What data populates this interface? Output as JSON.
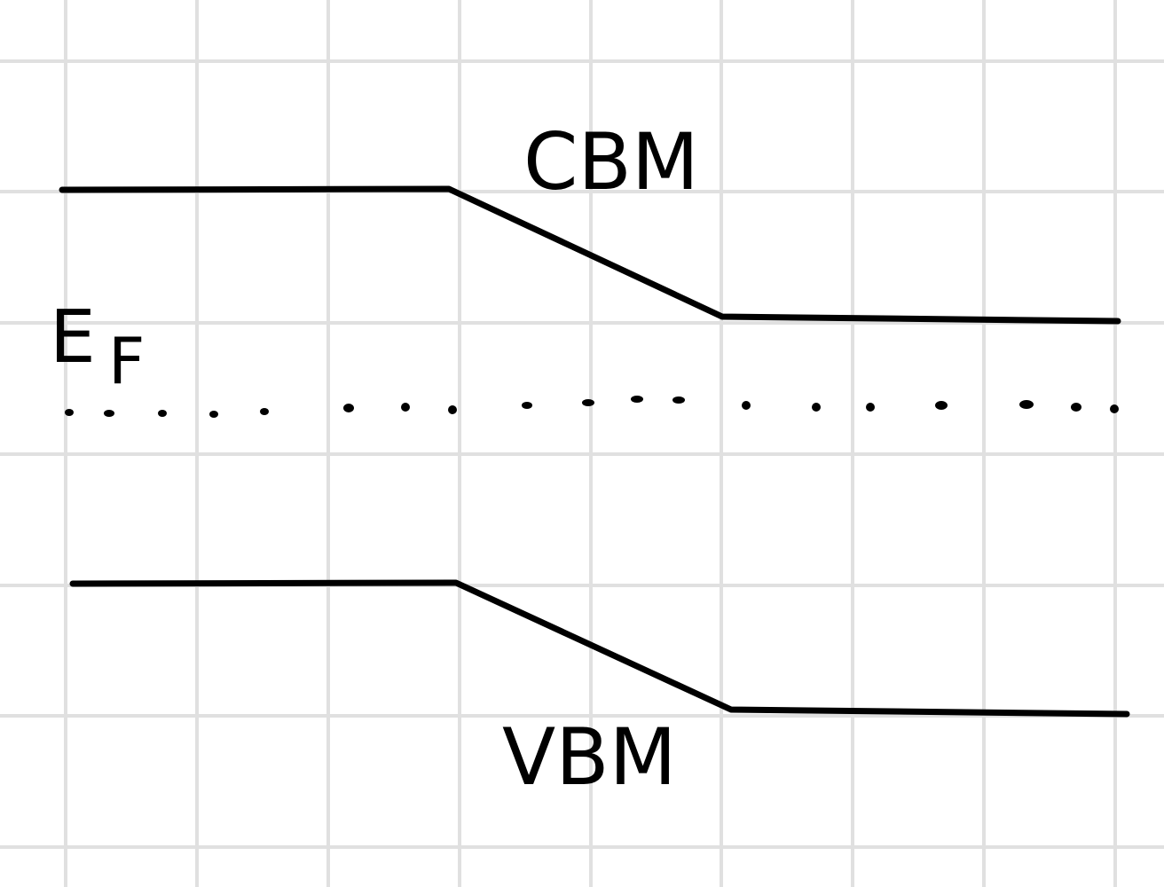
{
  "diagram": {
    "labels": {
      "cbm": "CBM",
      "vbm": "VBM",
      "ef_main": "E",
      "ef_sub": "F"
    },
    "colors": {
      "background": "#ffffff",
      "grid": "#e0e0e0",
      "ink": "#000000"
    }
  }
}
